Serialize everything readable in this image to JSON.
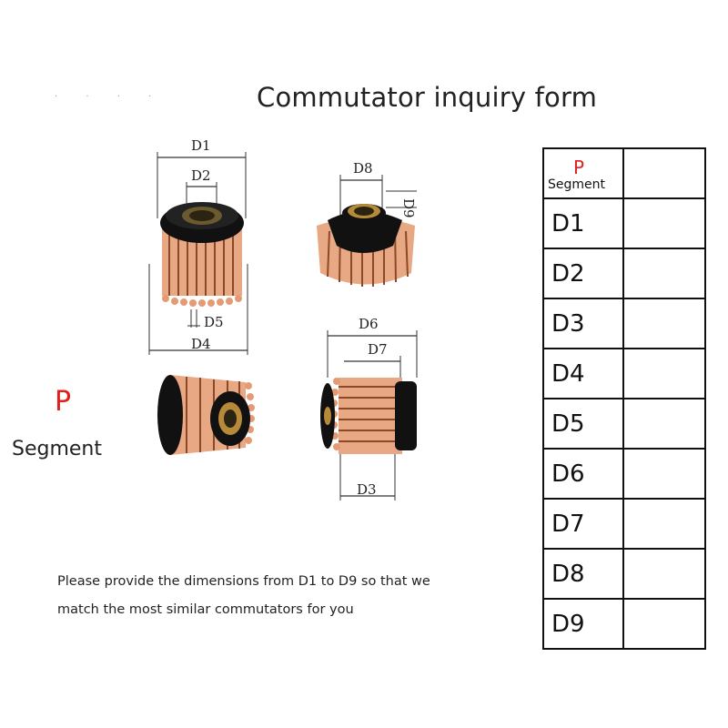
{
  "title": "Commutator inquiry form",
  "legend": {
    "p": "P",
    "segment": "Segment"
  },
  "instructions": {
    "line1": "Please provide the dimensions from D1 to D9 so that we",
    "line2": "match the most similar commutators for you"
  },
  "figures": {
    "fig1": {
      "d1": "D1",
      "d2": "D2",
      "d5": "D5",
      "d4": "D4"
    },
    "fig2": {
      "d8": "D8",
      "d9": "D9"
    },
    "fig4": {
      "d6": "D6",
      "d7": "D7",
      "d3": "D3"
    }
  },
  "table": {
    "header": {
      "p": "P",
      "segment": "Segment",
      "value": ""
    },
    "rows": [
      {
        "label": "D1",
        "value": ""
      },
      {
        "label": "D2",
        "value": ""
      },
      {
        "label": "D3",
        "value": ""
      },
      {
        "label": "D4",
        "value": ""
      },
      {
        "label": "D5",
        "value": ""
      },
      {
        "label": "D6",
        "value": ""
      },
      {
        "label": "D7",
        "value": ""
      },
      {
        "label": "D8",
        "value": ""
      },
      {
        "label": "D9",
        "value": ""
      }
    ]
  },
  "colors": {
    "accent_red": "#e0201a",
    "copper": "#e8a883",
    "insulator": "#111111"
  }
}
